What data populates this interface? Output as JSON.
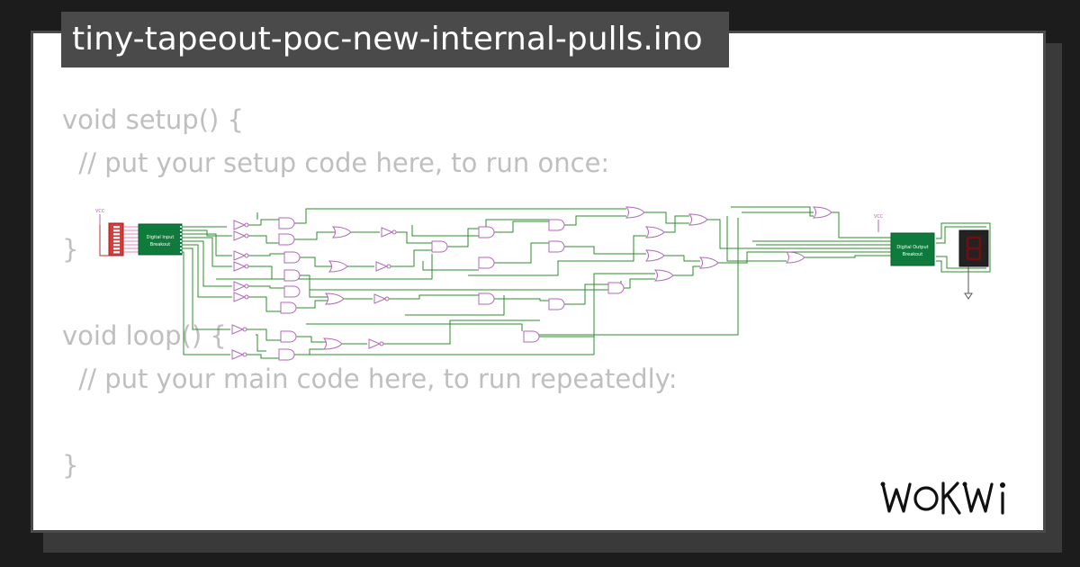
{
  "title": "tiny-tapeout-poc-new-internal-pulls.ino",
  "code": {
    "lines": [
      "void setup() {",
      "  // put your setup code here, to run once:",
      "",
      "}",
      "",
      "void loop() {",
      "  // put your main code here, to run repeatedly:",
      "",
      "}"
    ]
  },
  "circuit": {
    "input_board": {
      "line1": "Digital Input",
      "line2": "Breakout"
    },
    "output_board": {
      "line1": "Digital Output",
      "line2": "Breakout"
    },
    "vcc_left": "VCC",
    "vcc_right": "VCC",
    "seven_segment_digit": "8"
  },
  "brand": {
    "logo": "WOKWi"
  },
  "colors": {
    "background": "#1c1c1c",
    "card": "#ffffff",
    "badge": "#4a4a4a",
    "code_text": "#bfbfbf",
    "wire": "#2e8b2e",
    "gate_outline": "#b06ab6",
    "board": "#0e7a3c",
    "dip_switch": "#d83a3a"
  }
}
